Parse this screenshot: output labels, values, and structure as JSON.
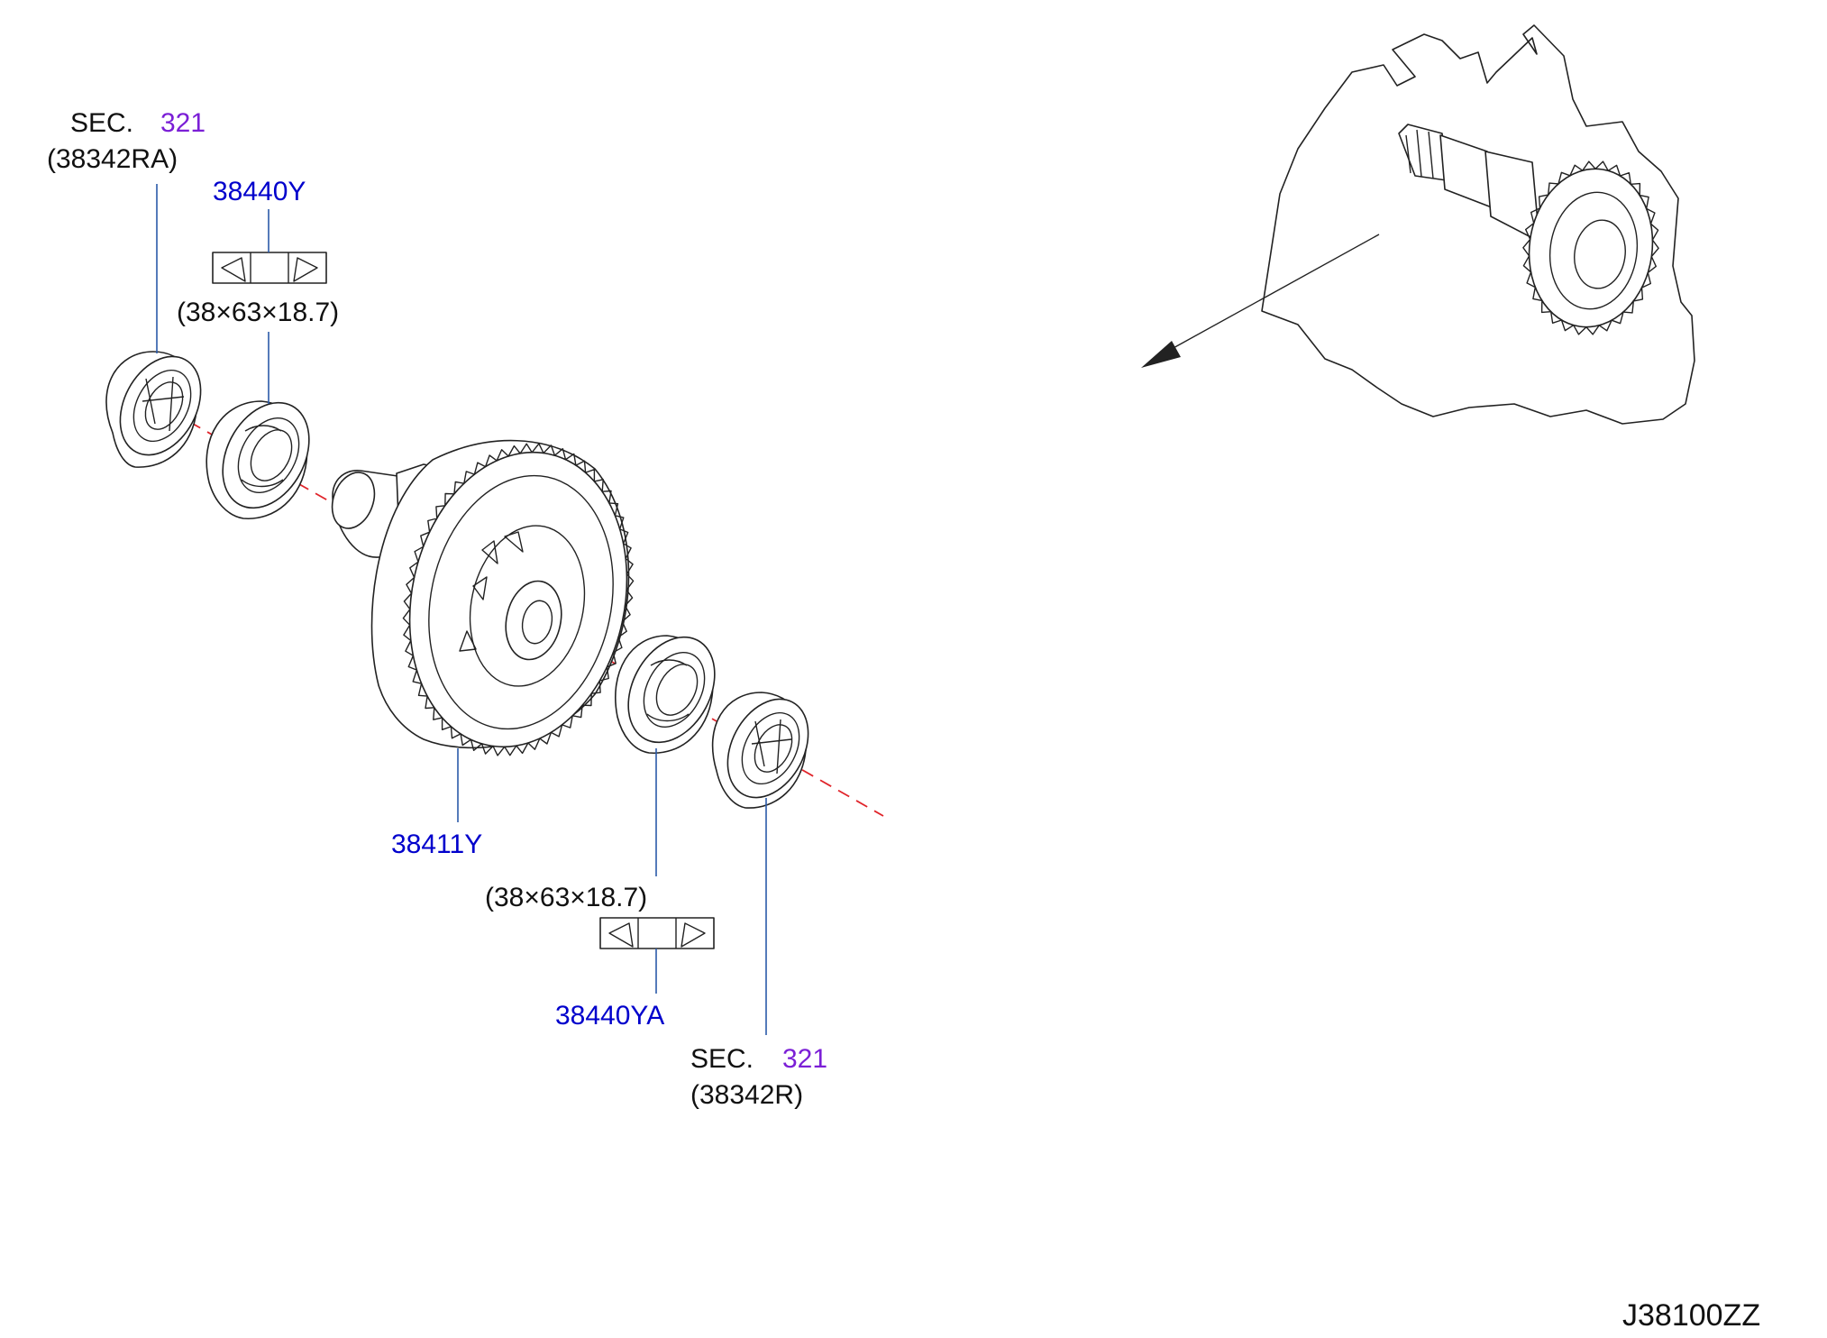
{
  "colors": {
    "part_number": "#0000cc",
    "section_number": "#7b1fd6",
    "leader_line": "#2a5aa8",
    "center_axis": "#e0242a",
    "ink": "#222222"
  },
  "callouts": {
    "sec_left": {
      "prefix": "SEC.",
      "number": "321",
      "ref": "(38342RA)"
    },
    "bearing_left": {
      "part": "38440Y",
      "dims": "(38×63×18.7)"
    },
    "case": {
      "part": "38411Y"
    },
    "bearing_right": {
      "part": "38440YA",
      "dims": "(38×63×18.7)"
    },
    "sec_right": {
      "prefix": "SEC.",
      "number": "321",
      "ref": "(38342R)"
    }
  },
  "diagram_code": "J38100ZZ"
}
